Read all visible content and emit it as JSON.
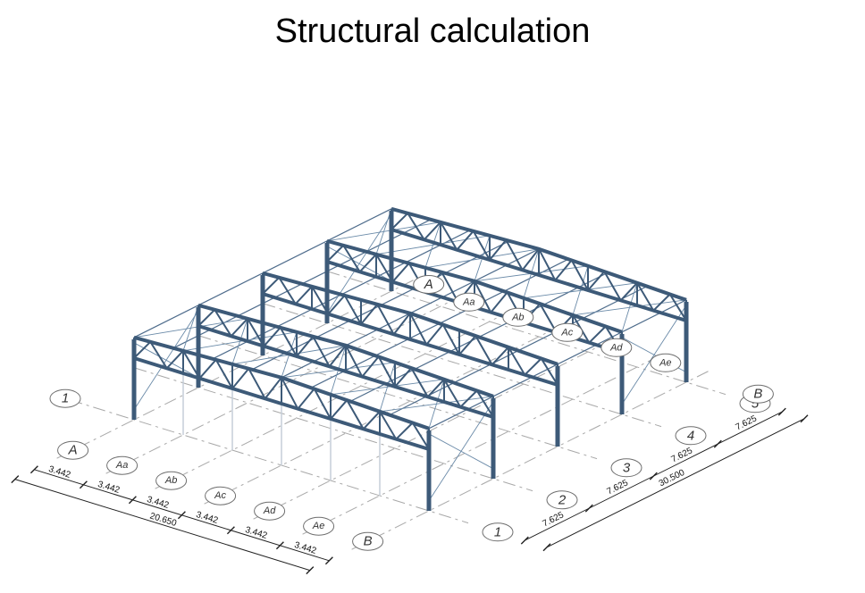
{
  "title": "Structural calculation",
  "axes": {
    "numbered": [
      "1",
      "2",
      "3",
      "4",
      "5"
    ],
    "lettered": [
      "A",
      "Aa",
      "Ab",
      "Ac",
      "Ad",
      "Ae",
      "B"
    ]
  },
  "dimensions": {
    "transverse_spans": [
      "3.442",
      "3.442",
      "3.442",
      "3.442",
      "3.442",
      "3.442"
    ],
    "transverse_total": "20.650",
    "longitudinal_spans": [
      "7.625",
      "7.625",
      "7.625",
      "7.625"
    ],
    "longitudinal_total": "30.500"
  },
  "colors": {
    "steel": "#3d5a78",
    "grid": "#a8a8a8"
  }
}
